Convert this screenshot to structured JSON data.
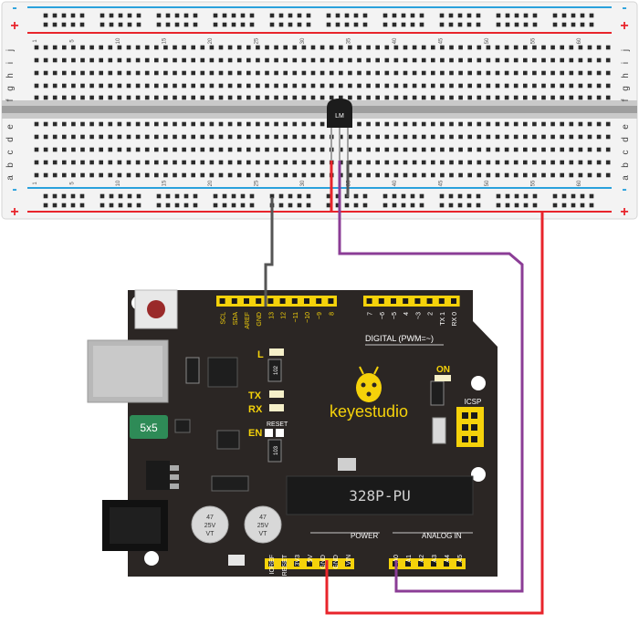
{
  "breadboard": {
    "rows_top": [
      "j",
      "i",
      "h",
      "g",
      "f"
    ],
    "rows_bottom": [
      "e",
      "d",
      "c",
      "b",
      "a"
    ],
    "column_numbers": [
      "1",
      "5",
      "10",
      "15",
      "20",
      "25",
      "30",
      "35",
      "40",
      "45",
      "50",
      "55",
      "60"
    ],
    "rail_plus": "+",
    "rail_minus": "-",
    "rail_blue": "#2aa1dc",
    "rail_red": "#e8242b"
  },
  "sensor": {
    "label": "LM"
  },
  "board": {
    "brand": "keyestudio",
    "chip": "328P-PU",
    "fuse": "5x5",
    "digital_label": "DIGITAL (PWM=~)",
    "digital_pins": [
      "7",
      "~6",
      "~5",
      "4",
      "~3",
      "2",
      "TX 1",
      "RX 0"
    ],
    "digital_pins_upper": [
      "SCL",
      "SDA",
      "AREF",
      "GND",
      "13",
      "12",
      "~11",
      "~10",
      "~9",
      "8"
    ],
    "power_label": "POWER",
    "power_pins": [
      "IOREF",
      "RESET",
      "3V3",
      "5V",
      "GND",
      "GND",
      "VIN"
    ],
    "analog_label": "ANALOG IN",
    "analog_pins": [
      "A0",
      "A1",
      "A2",
      "A3",
      "A4",
      "A5"
    ],
    "led_L": "L",
    "led_TX": "TX",
    "led_RX": "RX",
    "led_ON": "ON",
    "en_label": "EN",
    "reset_label": "RESET",
    "icsp_label": "ICSP",
    "resistor_102": "102",
    "resistor_103": "103",
    "cap1": [
      "47",
      "25V",
      "VT"
    ],
    "cap2": [
      "47",
      "25V",
      "VT"
    ],
    "board_color": "#2b2624"
  },
  "wires": {
    "gnd_color": "#555555",
    "signal_color": "#8b3d96",
    "power_color": "#e8242b"
  }
}
